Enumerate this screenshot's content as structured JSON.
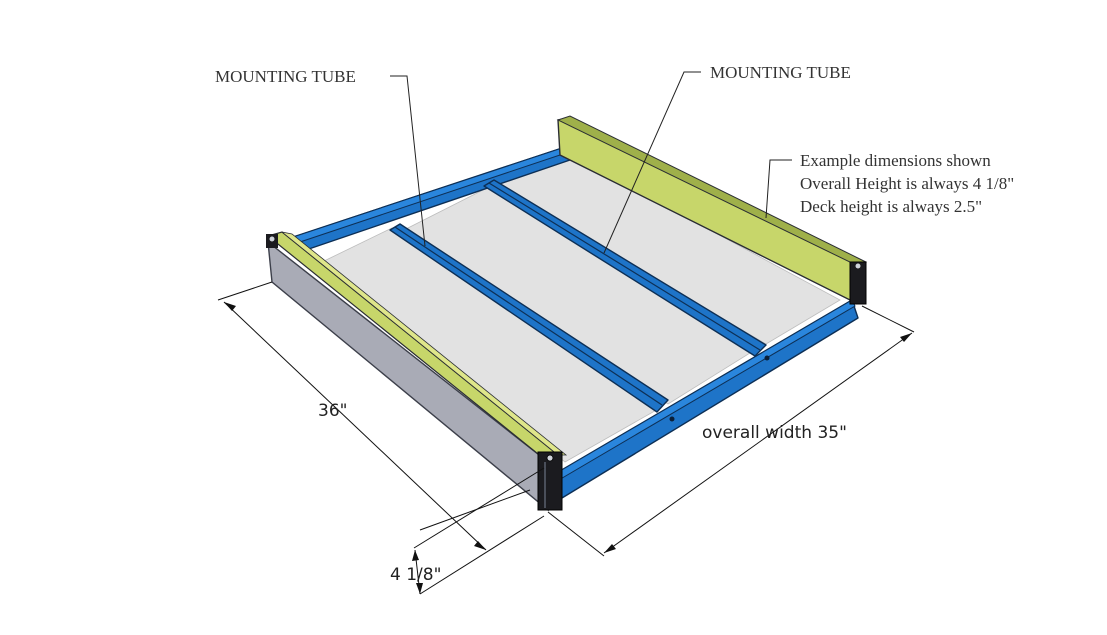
{
  "labels": {
    "mounting_tube_left": "MOUNTING TUBE",
    "mounting_tube_right": "MOUNTING TUBE",
    "note_line1": "Example dimensions shown",
    "note_line2": "Overall Height is always 4 1/8\"",
    "note_line3": "Deck height is always 2.5\""
  },
  "dimensions": {
    "depth": "36\"",
    "height": "4 1/8\"",
    "width": "overall width 35\""
  },
  "colors": {
    "frame_tube": "#1e74c8",
    "deck_panel": "#e2e2e2",
    "side_board_gray": "#a9abb6",
    "side_board_yellow": "#c7d66a",
    "outline": "#0d2f55"
  }
}
